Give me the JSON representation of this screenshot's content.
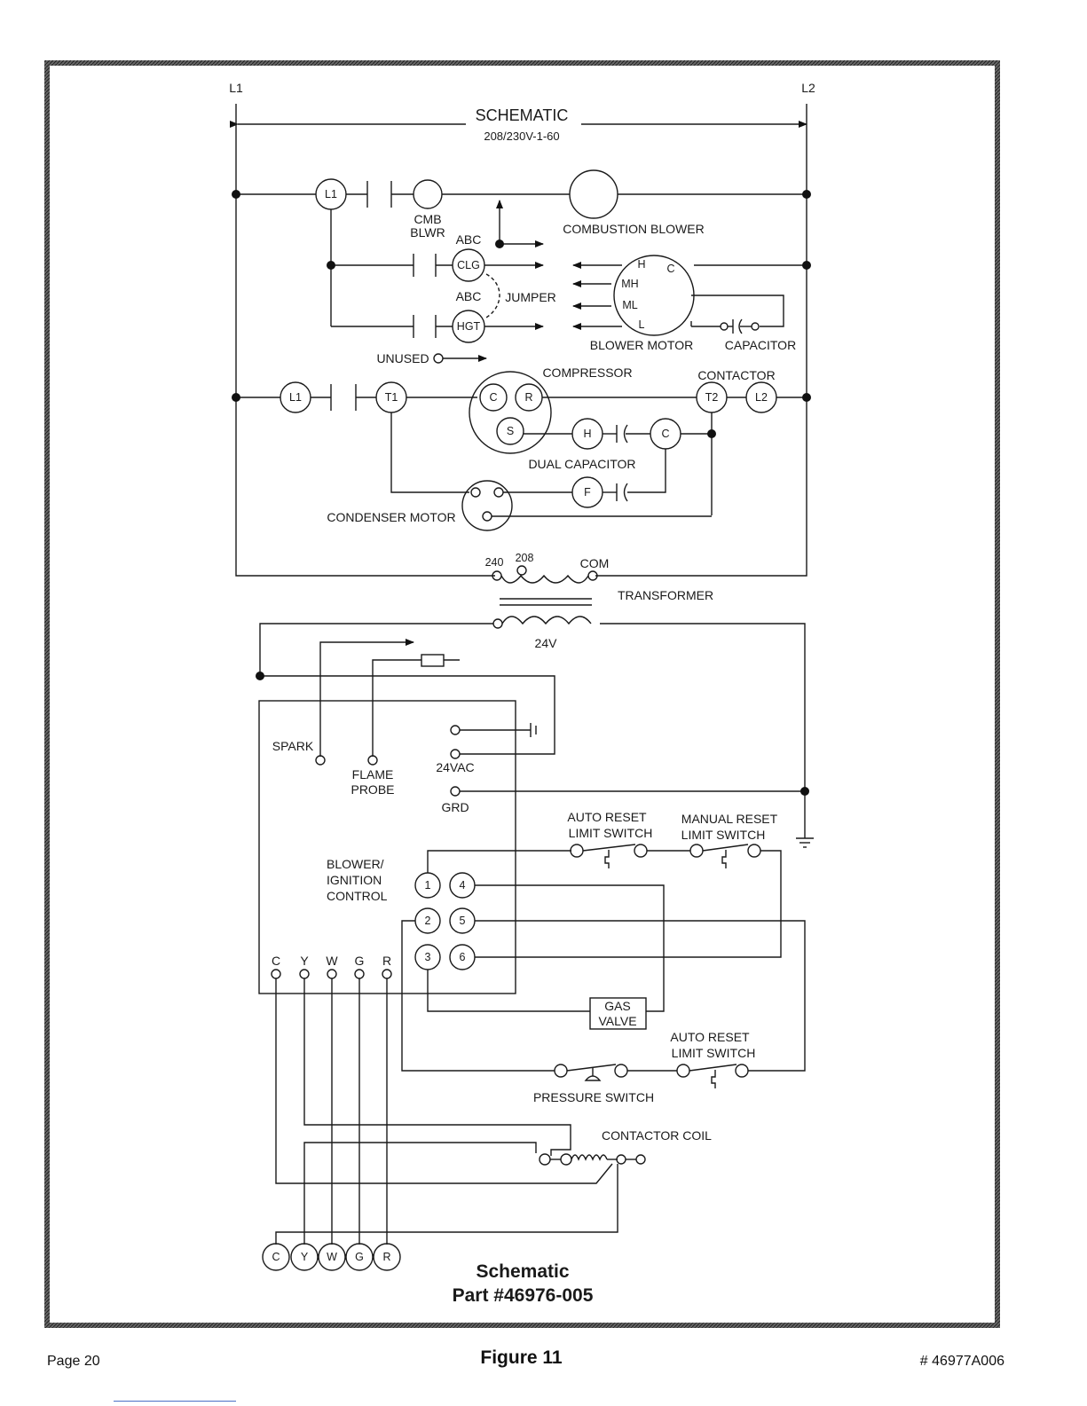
{
  "header": {
    "title": "SCHEMATIC",
    "voltage": "208/230V-1-60",
    "line_left": "L1",
    "line_right": "L2"
  },
  "components": {
    "cmb_blwr_1": "CMB",
    "cmb_blwr_2": "BLWR",
    "combustion_blower": "COMBUSTION BLOWER",
    "abc_top": "ABC",
    "abc_bottom": "ABC",
    "jumper": "JUMPER",
    "blower_motor": "BLOWER MOTOR",
    "capacitor": "CAPACITOR",
    "unused": "UNUSED",
    "compressor": "COMPRESSOR",
    "contactor": "CONTACTOR",
    "dual_capacitor": "DUAL CAPACITOR",
    "condenser_motor": "CONDENSER MOTOR",
    "transformer": "TRANSFORMER",
    "tap_240": "240",
    "tap_208": "208",
    "tap_com": "COM",
    "secondary_24v": "24V",
    "spark": "SPARK",
    "flame_probe_1": "FLAME",
    "flame_probe_2": "PROBE",
    "terminal_24vac": "24VAC",
    "terminal_grd": "GRD",
    "auto_reset_top_1": "AUTO RESET",
    "auto_reset_top_2": "LIMIT SWITCH",
    "manual_reset_1": "MANUAL RESET",
    "manual_reset_2": "LIMIT SWITCH",
    "control_1": "BLOWER/",
    "control_2": "IGNITION",
    "control_3": "CONTROL",
    "gas_valve_1": "GAS",
    "gas_valve_2": "VALVE",
    "auto_reset_bottom_1": "AUTO RESET",
    "auto_reset_bottom_2": "LIMIT SWITCH",
    "pressure_switch": "PRESSURE SWITCH",
    "contactor_coil": "CONTACTOR COIL"
  },
  "nodes": {
    "l1_top": "L1",
    "clg": "CLG",
    "hgt": "HGT",
    "l1_mid": "L1",
    "t1": "T1",
    "comp_c": "C",
    "comp_r": "R",
    "comp_s": "S",
    "cap_h": "H",
    "cap_c": "C",
    "cap_f": "F",
    "t2": "T2",
    "l2": "L2",
    "motor_h": "H",
    "motor_c": "C",
    "motor_mh": "MH",
    "motor_ml": "ML",
    "motor_l": "L",
    "pin1": "1",
    "pin2": "2",
    "pin3": "3",
    "pin4": "4",
    "pin5": "5",
    "pin6": "6"
  },
  "control_terminals": [
    "C",
    "Y",
    "W",
    "G",
    "R"
  ],
  "thermostat_terminals": [
    "C",
    "Y",
    "W",
    "G",
    "R"
  ],
  "caption": {
    "title": "Schematic",
    "part": "Part #46976-005"
  },
  "footer": {
    "page": "Page 20",
    "figure": "Figure 11",
    "doc_number": "# 46977A006"
  }
}
